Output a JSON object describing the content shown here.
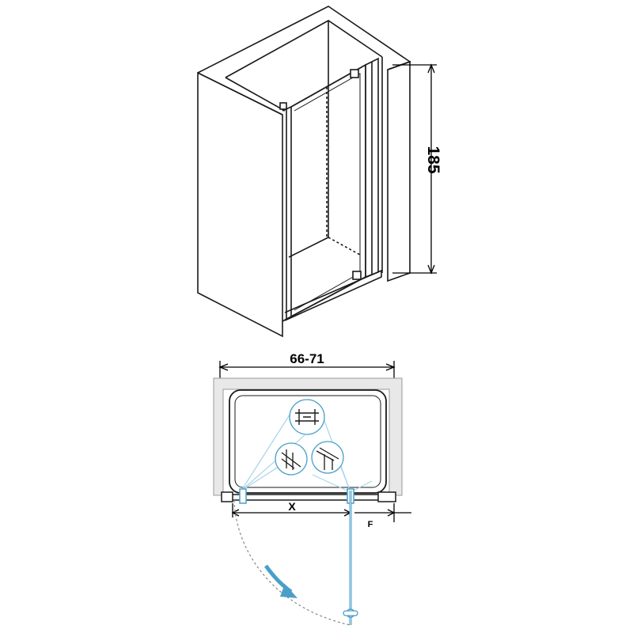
{
  "labels": {
    "height": "185",
    "width": "66-71",
    "opening": "X",
    "fixed": "F"
  },
  "colors": {
    "line": "#1a1a1a",
    "wall_fill": "#e8e8e8",
    "accent": "#4a9fc8",
    "accent_light": "#a9d4ea",
    "dim": "#000000"
  }
}
